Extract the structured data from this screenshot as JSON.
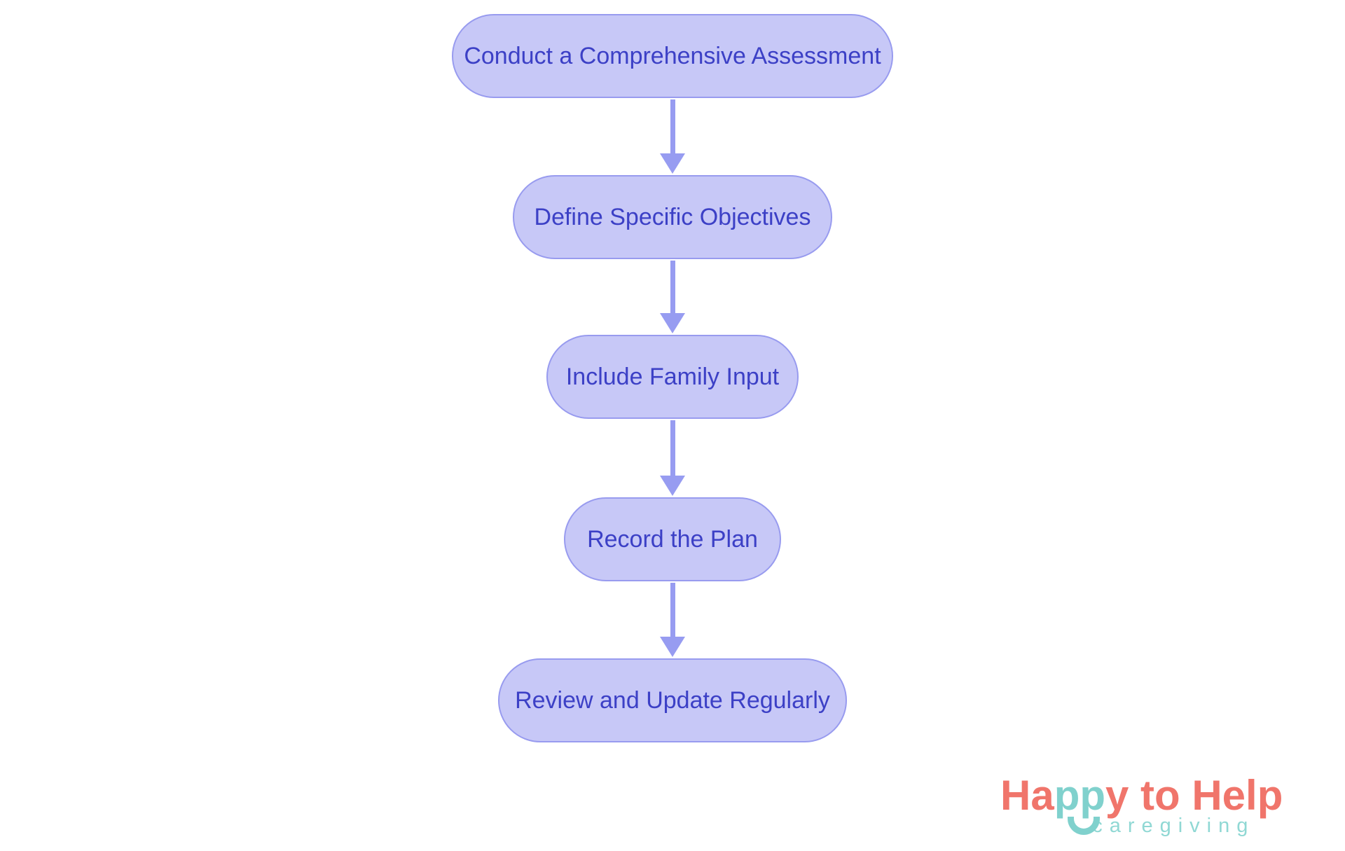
{
  "page": {
    "background_color": "#ffffff",
    "kind": "flowchart"
  },
  "flowchart": {
    "type": "vertical-process-flow",
    "nodes": [
      {
        "id": 1,
        "label": "Conduct a Comprehensive Assessment"
      },
      {
        "id": 2,
        "label": "Define Specific Objectives"
      },
      {
        "id": 3,
        "label": "Include Family Input"
      },
      {
        "id": 4,
        "label": "Record the Plan"
      },
      {
        "id": 5,
        "label": "Review and Update Regularly"
      }
    ],
    "connections": [
      {
        "from": 1,
        "to": 2
      },
      {
        "from": 2,
        "to": 3
      },
      {
        "from": 3,
        "to": 4
      },
      {
        "from": 4,
        "to": 5
      }
    ],
    "style": {
      "node_fill": "#c7c8f7",
      "node_border": "#989bef",
      "node_text_color": "#3c40c6",
      "arrow_color": "#979cf1"
    }
  },
  "logo": {
    "brand_segments": [
      {
        "text": "Ha",
        "color": "#f0756b"
      },
      {
        "text": "pp",
        "color": "#80d1cd"
      },
      {
        "text": "y to Help",
        "color": "#f0756b"
      }
    ],
    "brand_full_text": "Happy to Help",
    "tagline": "caregiving",
    "tagline_color": "#90d8d4",
    "smile_icon_color": "#80d1cd"
  }
}
